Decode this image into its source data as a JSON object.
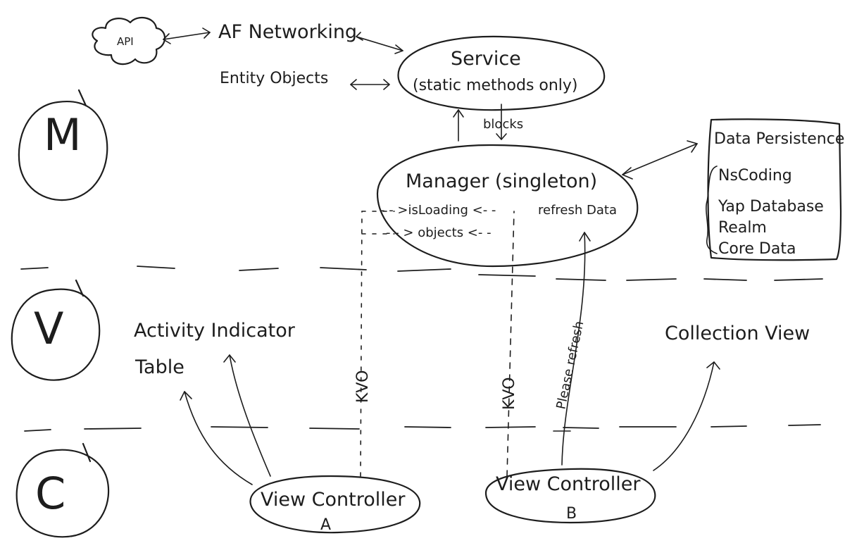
{
  "layers": {
    "model_letter": "M",
    "view_letter": "V",
    "controller_letter": "C"
  },
  "model": {
    "api_cloud": "API",
    "networking": "AF Networking",
    "entity_objects": "Entity Objects",
    "service_title": "Service",
    "service_subtitle": "(static methods only)",
    "blocks_label": "blocks",
    "manager_title": "Manager (singleton)",
    "is_loading": "- - >isLoading <- -",
    "objects": "- - > objects <- -",
    "refresh_data": "refresh Data",
    "persistence_title": "Data Persistence",
    "persistence_options": [
      "NsCoding",
      "Yap Database",
      "Realm",
      "Core Data"
    ]
  },
  "view": {
    "activity_indicator": "Activity Indicator",
    "table": "Table",
    "collection_view": "Collection View"
  },
  "controller": {
    "vc_a_label": "View Controller",
    "vc_a_letter": "A",
    "vc_b_label": "View Controller",
    "vc_b_letter": "B",
    "kvo_a": "KVO",
    "kvo_b": "KVO",
    "please_refresh": "Please refresh"
  }
}
